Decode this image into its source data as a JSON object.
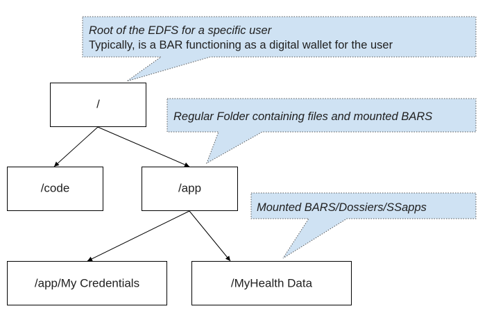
{
  "nodes": {
    "root": "/",
    "code": "/code",
    "app": "/app",
    "credentials": "/app/My Credentials",
    "health": "/MyHealth Data"
  },
  "callouts": {
    "root_note": {
      "line1": "Root of the EDFS for a specific user",
      "line2": "Typically, is a BAR functioning as a digital wallet for the user"
    },
    "app_note": {
      "line1": "Regular Folder containing files and mounted BARS"
    },
    "mount_note": {
      "line1": "Mounted BARS/Dossiers/SSapps"
    }
  },
  "colors": {
    "callout_fill": "#cfe2f3",
    "node_stroke": "#000000"
  }
}
